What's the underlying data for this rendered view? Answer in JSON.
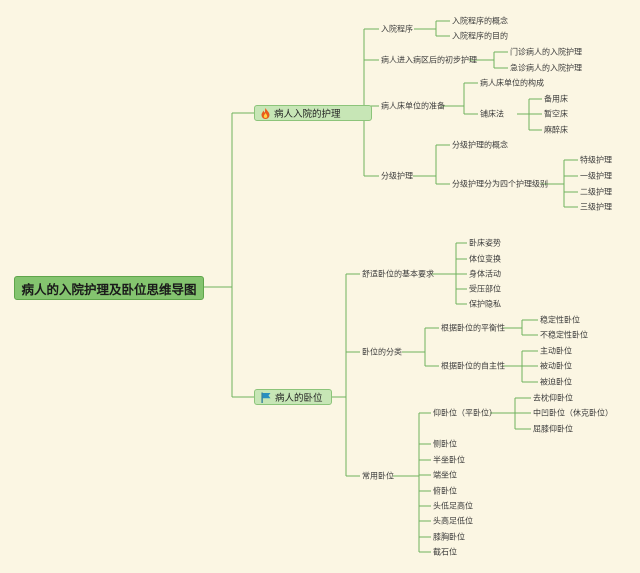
{
  "title": "病人的入院护理及卧位思维导图",
  "colors": {
    "line": "#6fb25e",
    "root_fill": "#84c46f",
    "branch_fill": "#c7e6b6",
    "fire": "#e85a1d",
    "flag": "#2a8fc0"
  },
  "branches": [
    {
      "label": "病人入院的护理",
      "icon": "fire-icon",
      "children": [
        {
          "label": "入院程序",
          "children": [
            {
              "label": "入院程序的概念"
            },
            {
              "label": "入院程序的目的"
            }
          ]
        },
        {
          "label": "病人进入病区后的初步护理",
          "children": [
            {
              "label": "门诊病人的入院护理"
            },
            {
              "label": "急诊病人的入院护理"
            }
          ]
        },
        {
          "label": "病人床单位的准备",
          "children": [
            {
              "label": "病人床单位的构成"
            },
            {
              "label": "铺床法",
              "children": [
                {
                  "label": "备用床"
                },
                {
                  "label": "暂空床"
                },
                {
                  "label": "麻醉床"
                }
              ]
            }
          ]
        },
        {
          "label": "分级护理",
          "children": [
            {
              "label": "分级护理的概念"
            },
            {
              "label": "分级护理分为四个护理级别",
              "children": [
                {
                  "label": "特级护理"
                },
                {
                  "label": "一级护理"
                },
                {
                  "label": "二级护理"
                },
                {
                  "label": "三级护理"
                }
              ]
            }
          ]
        }
      ]
    },
    {
      "label": "病人的卧位",
      "icon": "flag-icon",
      "children": [
        {
          "label": "舒适卧位的基本要求",
          "children": [
            {
              "label": "卧床姿势"
            },
            {
              "label": "体位变换"
            },
            {
              "label": "身体活动"
            },
            {
              "label": "受压部位"
            },
            {
              "label": "保护隐私"
            }
          ]
        },
        {
          "label": "卧位的分类",
          "children": [
            {
              "label": "根据卧位的平衡性",
              "children": [
                {
                  "label": "稳定性卧位"
                },
                {
                  "label": "不稳定性卧位"
                }
              ]
            },
            {
              "label": "根据卧位的自主性",
              "children": [
                {
                  "label": "主动卧位"
                },
                {
                  "label": "被动卧位"
                },
                {
                  "label": "被迫卧位"
                }
              ]
            }
          ]
        },
        {
          "label": "常用卧位",
          "children": [
            {
              "label": "仰卧位（平卧位）",
              "children": [
                {
                  "label": "去枕仰卧位"
                },
                {
                  "label": "中凹卧位（休克卧位）"
                },
                {
                  "label": "屈膝仰卧位"
                }
              ]
            },
            {
              "label": "侧卧位"
            },
            {
              "label": "半坐卧位"
            },
            {
              "label": "端坐位"
            },
            {
              "label": "俯卧位"
            },
            {
              "label": "头低足高位"
            },
            {
              "label": "头高足低位"
            },
            {
              "label": "膝胸卧位"
            },
            {
              "label": "截石位"
            }
          ]
        }
      ]
    }
  ]
}
